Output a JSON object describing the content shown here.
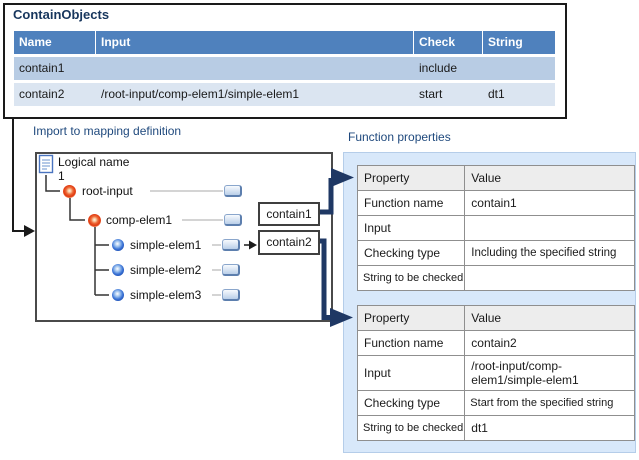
{
  "top_section": {
    "title": "ContainObjects",
    "table": {
      "headers": [
        "Name",
        "Input",
        "Check",
        "String"
      ],
      "rows": [
        {
          "name": "contain1",
          "input": "",
          "check": "include",
          "string": ""
        },
        {
          "name": "contain2",
          "input": "/root-input/comp-elem1/simple-elem1",
          "check": "start",
          "string": "dt1"
        }
      ]
    }
  },
  "mapping_section": {
    "label": "Import to mapping definition",
    "tree": {
      "root_label_line1": "Logical name",
      "root_label_line2": "1",
      "nodes": [
        "root-input",
        "comp-elem1",
        "simple-elem1",
        "simple-elem2",
        "simple-elem3"
      ]
    },
    "function_boxes": [
      "contain1",
      "contain2"
    ]
  },
  "properties_section": {
    "label": "Function properties",
    "tables": [
      {
        "headers": [
          "Property",
          "Value"
        ],
        "rows": [
          [
            "Function name",
            "contain1"
          ],
          [
            "Input",
            ""
          ],
          [
            "Checking type",
            "Including the specified string"
          ],
          [
            "String to be checked",
            ""
          ]
        ]
      },
      {
        "headers": [
          "Property",
          "Value"
        ],
        "rows": [
          [
            "Function name",
            "contain2"
          ],
          [
            "Input",
            "/root-input/comp-elem1/simple-elem1"
          ],
          [
            "Checking type",
            "Start from the specified string"
          ],
          [
            "String to be checked",
            "dt1"
          ]
        ]
      }
    ]
  },
  "colors": {
    "header_blue": "#4f81bd",
    "row_blue_1": "#b8cce4",
    "row_blue_2": "#dbe5f1",
    "panel_bg": "#d8e8fa",
    "arrow_navy": "#1f3864",
    "label_blue": "#1f497d",
    "title_blue": "#17365d"
  }
}
